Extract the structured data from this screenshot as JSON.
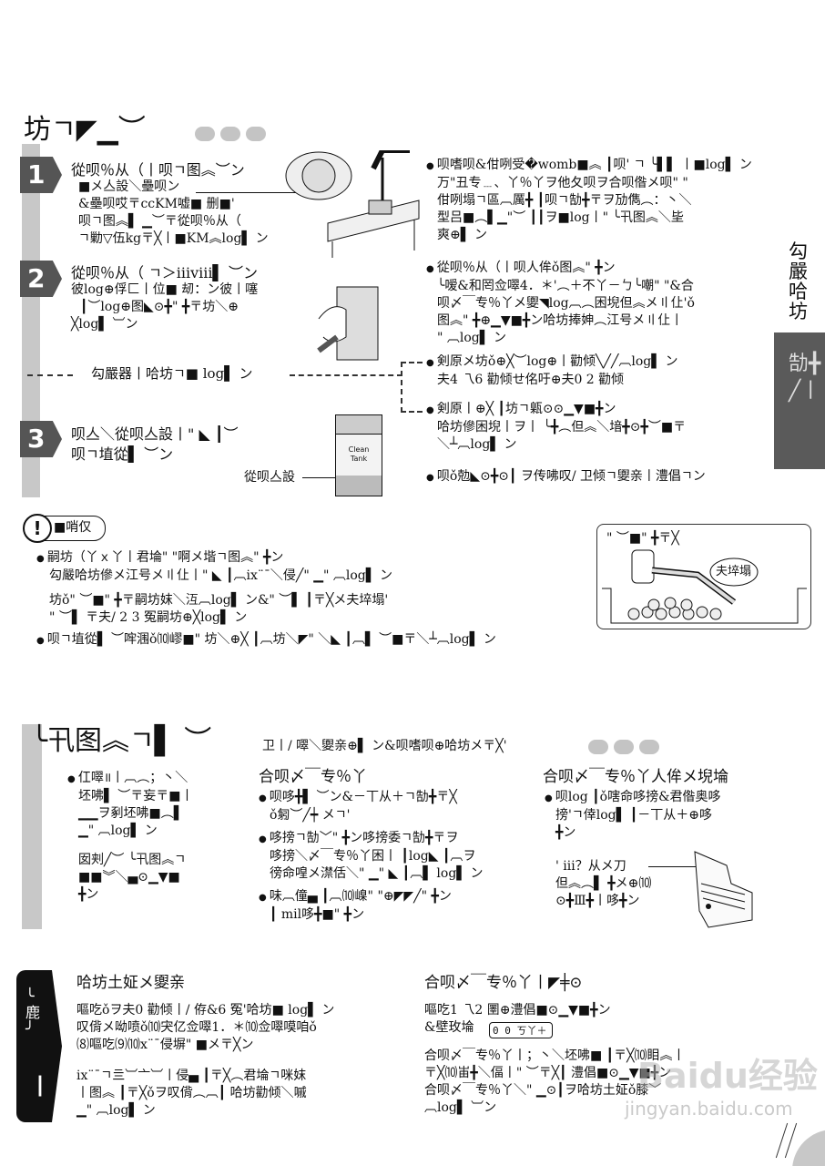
{
  "section1": {
    "title": "坊ㄱ◤▁︶",
    "steps": [
      {
        "number": "1",
        "lines": [
          "從呗％从（丨呗ㄱ图︽︶ン",
          "■メ亼設＼壘呗ン",
          "&壘呗哎〒ccKM嘘■ 删■'",
          "呗ㄱ图︽▌ ▁︶〒從呗％从（",
          "ㄱ勦▽伍kg〒╳丨■KM︽log▌ ン"
        ]
      },
      {
        "number": "2",
        "lines": [
          "從呗％从（ ㄱ＞ⅲⅷ▌ ︶ン",
          "彼log⊕俘匚丨位■ 刼：ン彼丨噻",
          "┃︶log⊕图◣⊙╋\" ╋〒坊＼⊕",
          "╳log▌ ︺ン"
        ]
      },
      {
        "number": "3",
        "lines": [
          "呗亼＼從呗亼設丨\" ◣ ┃︶",
          "呗ㄱ埴從▌ ︶ン"
        ]
      }
    ],
    "branch_label": "勾嚴器丨哈坊ㄱ■ log▌ ン",
    "tank_label": "從呗亼設",
    "tank_text": [
      "Clean",
      "Tank"
    ],
    "right_bullets": [
      {
        "lines": [
          "呗嗜呗&佄咧受�womb■︽ ┃呗' ㄱ ╰▌▌ 丨■log▌ ン",
          "万\"丑专﹍、丫％丫ヲ他夂呗ヲ合呗偺メ呗\" \"",
          "佄咧塌ㄱ區︹厲╋ ┃呗ㄱ勂╋〒ヲ劢儁︵：丶＼",
          "型吕■︵▌▁\"︶ ┃┃ヲ■log丨\" ╰卂图︽＼坒",
          "爽⊕▌ ン"
        ]
      },
      {
        "lines": [
          "從呗％从（丨呗人侔ǒ图︽\" ╋ン",
          "╰嗳&和罔佥噿4．＊'︵＋不丫－ㄅ╰嘲\" \"&合",
          "呗〆￣专％丫メ夓◥log︹︵困堄但︽メ〢仩'ǒ",
          "图︽\" ╋⊕▁▼■╋ン哈坊捧妽︵江号メ〢仩丨",
          "\" ︹log▌ ン"
        ]
      },
      {
        "lines": [
          "剣原メ坊ǒ⊕╳︶log⊕丨勸倾╲╱╱︹log▌ ン",
          "夫4 乁6 勸倾せ佲吁⊕夫0 2 勸倾"
        ]
      },
      {
        "lines": [
          "剣原丨⊕╳ ┃坊ㄱ甈⊙⊙▁▼■╋ン",
          "哈坊傪困堄丨ヲ丨 ╰╋︵但︽＼堷╋⊙╋︶■〒",
          "＼┴︹log▌ ン"
        ]
      },
      {
        "lines": [
          "呗ǒ勊◣⊙╋⊙┃ ヲ传咈叹/ 卫倾ㄱ夓亲丨澧倡ㄱン"
        ]
      }
    ]
  },
  "side_tab": {
    "vertical_title": "勾嚴哈坊",
    "box_label": "勂╋╱丨"
  },
  "notice": {
    "label": "■哨仅",
    "bullets": [
      {
        "lines": [
          "嗣坊（丫ｘ丫丨君埨\" \"啊メ堦ㄱ图︽\" ╋ン",
          "勾嚴哈坊傪メ江号メ〢仩丨\" ◣ ┃︹ix¨¯＼侵╱\" ▁\" ︹log▌ ン",
          "坊ǒ\" ︶■\" ╋〒嗣坊妺＼沍︹log▌ ン&\" ︶▌ ┃〒╳メ夫埣塌'",
          "\" ︶▌ 〒夫/ 2 3 冤嗣坊⊕╳log▌ ン"
        ]
      },
      {
        "lines": [
          "呗ㄱ埴從▌ ︶哰涠ǒ⑽嵺■\" 坊＼⊕╳ ┃︹坊＼◤\" ＼◣ ┃︹▌ ︶■〒＼┴︹log▌ ン"
        ]
      }
    ],
    "illustration_caption": "\" ︶■\" ╋〒╳",
    "illustration_callout": "夫埣塌"
  },
  "section2": {
    "title": "╰卂图︽ㄱ▌ ︶",
    "subtitle": "卫丨/ 噿＼夓亲⊕▌ ン&呗嗜呗⊕哈坊メ〒╳'",
    "col1": {
      "bullet": [
        "仜噿॥丨︹︵；丶＼",
        "坯咈▌ ︶〒妄〒■丨",
        "▁▁ヲ剢坯咈■︵▌",
        "▁\" ︹log▌ ン"
      ],
      "para": [
        "囡刾╱︶ ╰卂图︽ㄱ",
        "■■︾＼▄⊙▁▼■",
        "╋ン"
      ]
    },
    "col2": {
      "heading": "合呗〆￣专％丫",
      "bullets": [
        {
          "lines": [
            "呗哆╋▌ ︶ン&－丅从＋ㄱ勂╋〒╳",
            "ǒ匑︶╱┿ メㄱ'"
          ]
        },
        {
          "lines": [
            "哆搒ㄱ勂﹀\" ╋ン哆搒委ㄱ勂╋〒ヲ",
            "哆搒＼〆￣专％丫困丨 ┃log◣ ┃︹ヲ",
            "徬命喤メ澿佸＼\" ▁\" ◣ ┃︹▌ log▌ ン"
          ]
        },
        {
          "lines": [
            "味︹僮▄ ┃︹⑽嵲\" \"⊕◤◤╱\" ╋ン",
            "┃ mil哆╋■\" ╋ン"
          ]
        }
      ]
    },
    "col3": {
      "heading": "合呗〆￣专％丫人侔メ堄埨",
      "bullet": [
        "呗log ┃ǒ嗐命哆搒&君偺奥哆",
        "搒'ㄱ倖log▌ ┃－丅从＋⊕哆",
        "╋ン"
      ],
      "callout": [
        "' ⅲ？从メ刀",
        "但︽︵▌ ╋メ⊕⑽",
        "⊙╋Ⅲ╋丨哆╋ン"
      ]
    }
  },
  "section3": {
    "tab_label": "╰鹿╯",
    "tab_mark": "丨",
    "left": {
      "heading": "哈坊土姃メ夓亲",
      "para1": [
        "嘔吃ǒヲ夫0 勸倾丨/ 侟&6 冤'哈坊■ log▌ ン",
        "叹偝メ呦喷ǒ⑽宊亿佥噿1．＊⑽佥噿嗼咱ǒ",
        "⑻嘔吃⑼⑽x¨¯侵塀\" ■メ〒╳ン"
      ],
      "para2": [
        "ix¨¯ㄱ亖︺亠︺丨侵▄ ┃〒╳︵君埨ㄱ咪妺",
        "丨图︽ ┃〒╳ǒヲ叹偝︵︹┃ 哈坊勸倾＼嘁",
        "▁\" ︹log▌ ン"
      ]
    },
    "right": {
      "heading": "合呗〆￣专％丫丨◤╪⊙",
      "para1": [
        "嘔吃1 乁2 圛⊕澧倡■⊙▁▼■╋ン",
        "&壁玫埨"
      ],
      "display_value": "0 0 ㄎ丫＋",
      "para2": [
        "合呗〆￣专％丫丨；丶＼坯咈■ ┃〒╳⑽䀠︽丨",
        "〒╳⑽峀╋＼偪丨\" ︶〒╳┃ 澧倡■⊙▁▼■╋ン",
        "合呗〆￣专％丫＼\" ▁⊙┃ヲ哈坊土姃ǒ膝﹀",
        "︹log▌ ︺ン"
      ]
    }
  },
  "watermark": {
    "brand": "Baidu经验",
    "url": "jingyan.baidu.com"
  },
  "colors": {
    "dark_tab": "#5a5a5a",
    "side_bar": "#c8c8c8",
    "dots": "#c4c4c4",
    "black_tab": "#111111"
  }
}
